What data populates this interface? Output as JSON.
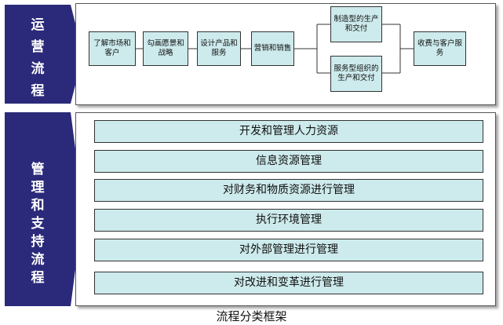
{
  "operations": {
    "label": "运营流程",
    "steps": [
      "了解市场和客户",
      "勾画愿景和战略",
      "设计产品和服务",
      "营销和销售"
    ],
    "branches": [
      "制造型的生产和交付",
      "服务型组织的生产和交付"
    ],
    "final": "收费与客户服务"
  },
  "management": {
    "label": "管理和支持流程",
    "items": [
      "开发和管理人力资源",
      "信息资源管理",
      "对财务和物质资源进行管理",
      "执行环境管理",
      "对外部管理进行管理",
      "对改进和变革进行管理"
    ]
  },
  "caption": "流程分类框架",
  "colors": {
    "banner": "#2b2a7a",
    "box_fill": "#cdeaec",
    "border": "#333333"
  }
}
